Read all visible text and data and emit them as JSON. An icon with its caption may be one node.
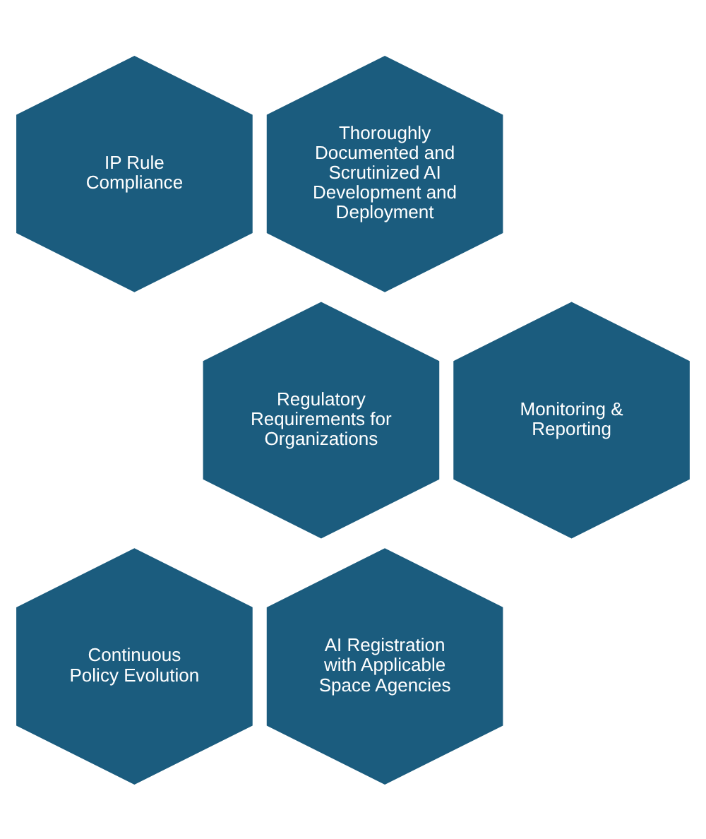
{
  "diagram": {
    "nodes": [
      {
        "text": [
          "IP Rule Compliance"
        ]
      },
      {
        "text": [
          "Thoroughly Documented and Scrutinized AI Development and Deployment"
        ]
      },
      {
        "text": [
          "Regulatory Requirements for Organizations"
        ]
      },
      {
        "text": [
          "Monitoring & Reporting"
        ]
      },
      {
        "text": [
          "Continuous Policy Evolution"
        ]
      },
      {
        "text": [
          "AI Registration with Applicable Space Agencies"
        ]
      }
    ]
  }
}
